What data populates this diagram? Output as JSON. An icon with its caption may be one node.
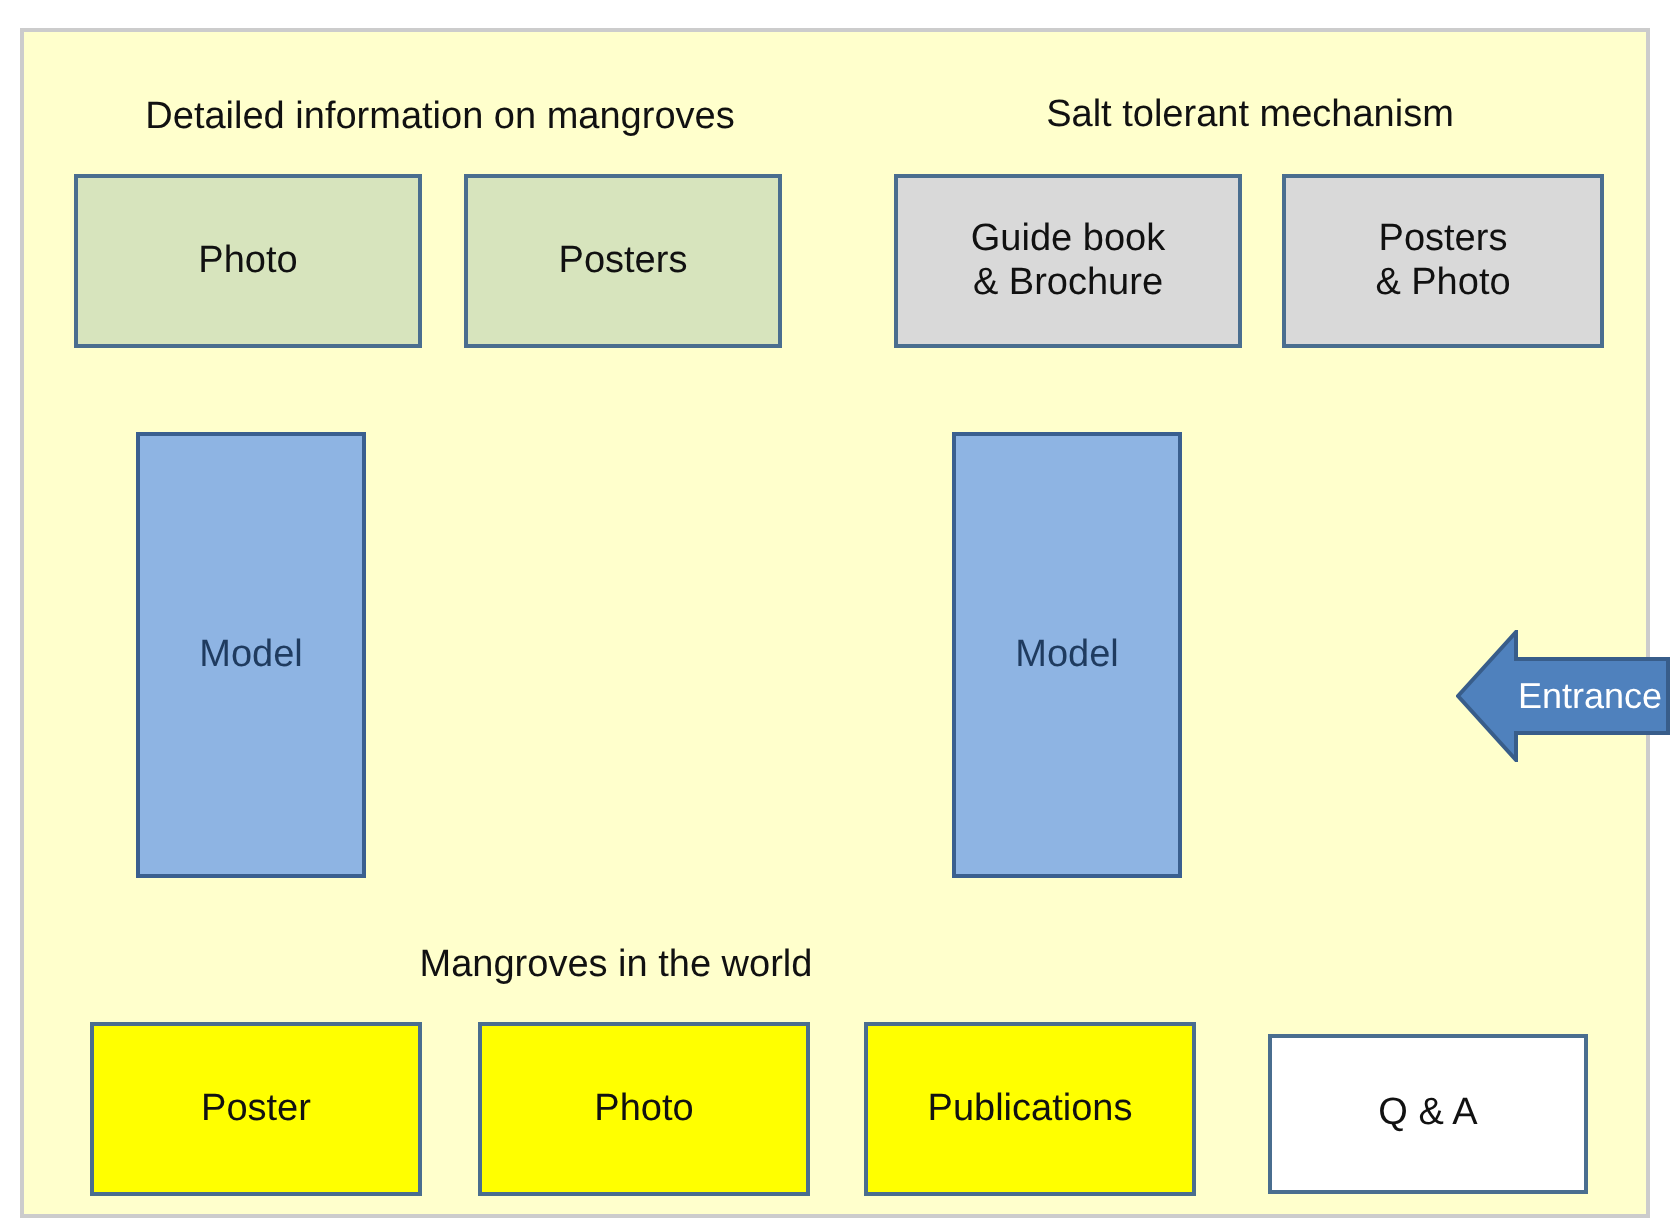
{
  "diagram": {
    "nodes": [
      {
        "text": [],
        "shape": "box"
      },
      {
        "text": [
          "Photo"
        ],
        "in": 0
      },
      {
        "text": [
          "Posters"
        ],
        "in": 0
      },
      {
        "text": [
          "Guide book & Brochure"
        ],
        "in": 0
      },
      {
        "text": [
          "Posters & Photo"
        ],
        "in": 0
      },
      {
        "text": [
          "Model"
        ],
        "in": 0
      },
      {
        "text": [
          "Model"
        ],
        "in": 0
      },
      {
        "text": [
          "Poster"
        ],
        "in": 0
      },
      {
        "text": [
          "Photo"
        ],
        "in": 0
      },
      {
        "text": [
          "Publications"
        ],
        "in": 0
      },
      {
        "text": [
          "Q & A"
        ],
        "in": 0
      },
      {
        "text": [
          "Entrance"
        ]
      }
    ],
    "labels": [
      "Detailed information on mangroves",
      "Salt tolerant mechanism",
      "Mangroves in the world"
    ]
  }
}
